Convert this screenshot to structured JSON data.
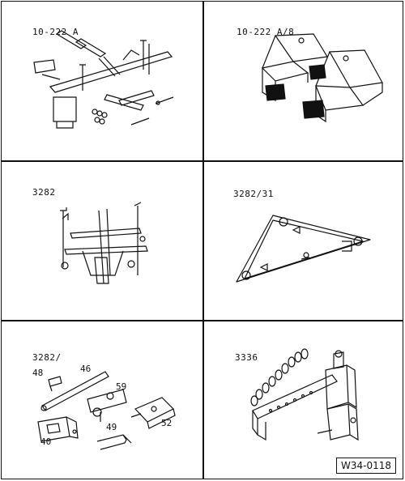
{
  "figure_code": "W34-0118",
  "panels": [
    {
      "id": "10-222 A",
      "parts": []
    },
    {
      "id": "10-222 A/8",
      "parts": []
    },
    {
      "id": "3282",
      "parts": []
    },
    {
      "id": "3282/31",
      "parts": []
    },
    {
      "id": "3282/",
      "parts": [
        "48",
        "46",
        "59",
        "40",
        "49",
        "52"
      ]
    },
    {
      "id": "3336",
      "parts": []
    }
  ]
}
